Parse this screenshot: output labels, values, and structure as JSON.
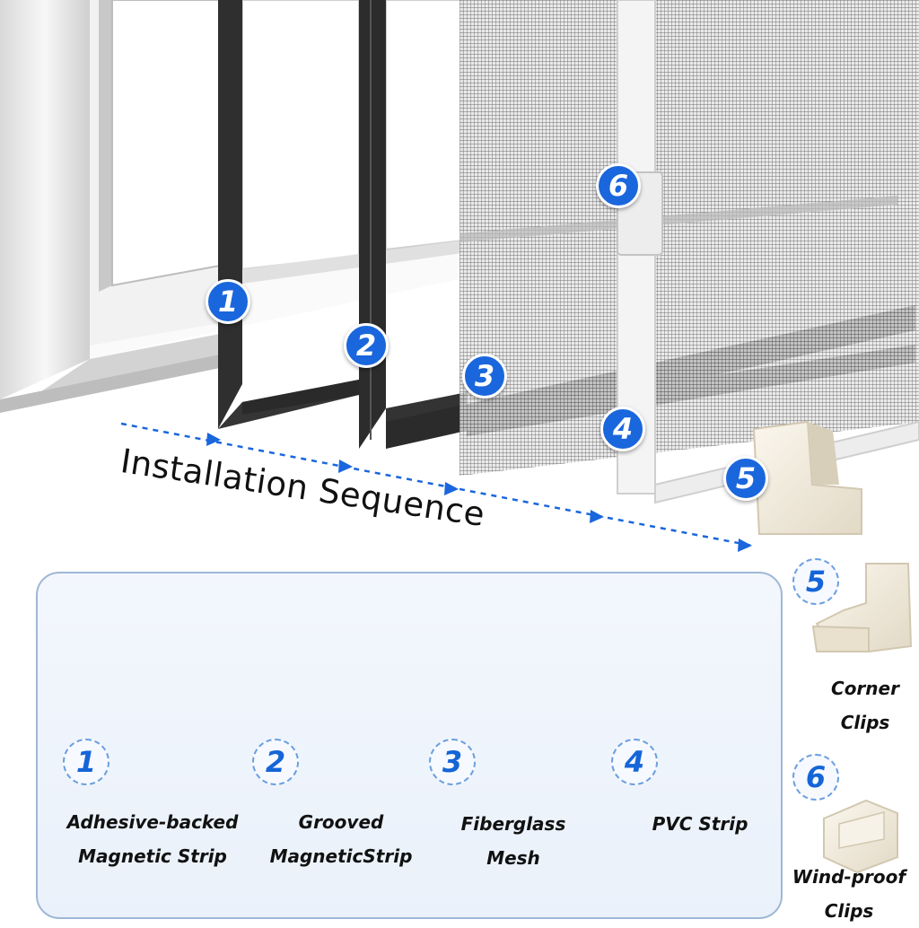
{
  "sequence_title": "Installation Sequence",
  "photo_markers": [
    "1",
    "2",
    "3",
    "4",
    "5",
    "6"
  ],
  "components": [
    {
      "number": "1",
      "line1": "Adhesive-backed",
      "line2": "Magnetic Strip"
    },
    {
      "number": "2",
      "line1": "Grooved",
      "line2": "MagneticStrip"
    },
    {
      "number": "3",
      "line1": "Fiberglass",
      "line2": "Mesh"
    },
    {
      "number": "4",
      "line1": "PVC Strip",
      "line2": ""
    }
  ],
  "side_components": [
    {
      "number": "5",
      "line1": "Corner",
      "line2": "Clips"
    },
    {
      "number": "6",
      "line1": "Wind-proof",
      "line2": "Clips"
    }
  ],
  "colors": {
    "accent": "#1a66dd",
    "panel_border": "#9fb7d6",
    "magnet": "#3a3a3a",
    "pvc": "#f1ead9"
  },
  "icons": [
    "dashed-arrow-icon",
    "magnet-roll-icon",
    "grooved-magnet-roll-icon",
    "mesh-circle-icon",
    "pvc-coil-icon",
    "corner-clip-icon",
    "windproof-clip-icon"
  ]
}
